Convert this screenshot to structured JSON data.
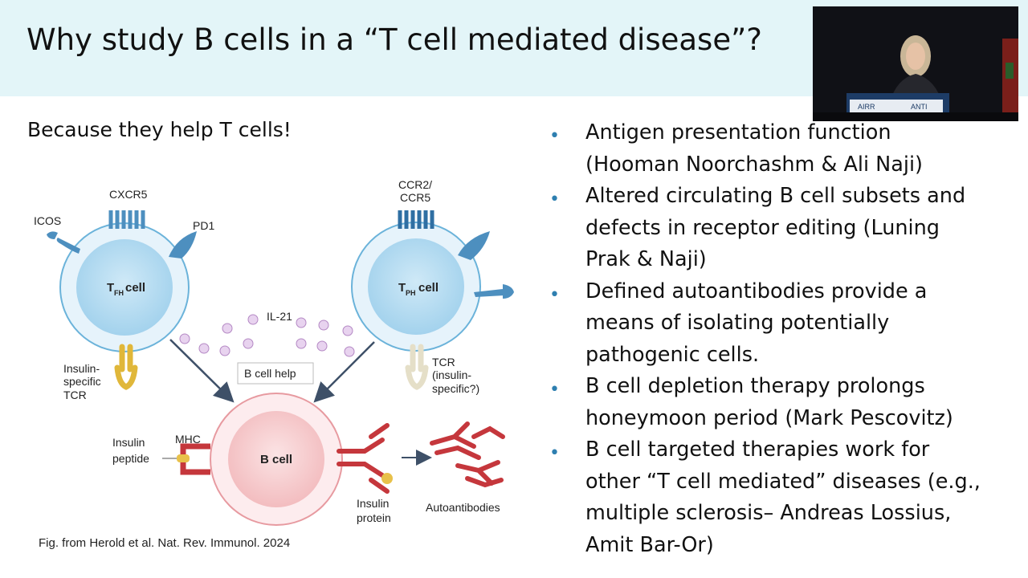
{
  "slide": {
    "title": "Why study B cells in a “T cell mediated disease”?",
    "subtitle": "Because they help T cells!",
    "caption": "Fig. from Herold et al. Nat. Rev. Immunol. 2024"
  },
  "figure": {
    "labels": {
      "cxcr5": "CXCR5",
      "icos": "ICOS",
      "pd1": "PD1",
      "tfh_main": "T",
      "tfh_sub": "FH",
      "tfh_cell": "cell",
      "insulin_tcr_1": "Insulin-",
      "insulin_tcr_2": "specific",
      "insulin_tcr_3": "TCR",
      "ccr2_1": "CCR2/",
      "ccr2_2": "CCR5",
      "tph_main": "T",
      "tph_sub": "PH",
      "tph_cell": "cell",
      "il21": "IL-21",
      "b_cell_help": "B cell help",
      "tcr_1": "TCR",
      "tcr_2": "(insulin-",
      "tcr_3": "specific?)",
      "insulin_peptide_1": "Insulin",
      "insulin_peptide_2": "peptide",
      "mhc": "MHC",
      "b_cell": "B cell",
      "insulin_protein_1": "Insulin",
      "insulin_protein_2": "protein",
      "autoantibodies": "Autoantibodies"
    }
  },
  "bullets": [
    [
      "Antigen presentation function",
      "(Hooman Noorchashm & Ali Naji)"
    ],
    [
      "Altered circulating B cell subsets and",
      "defects in receptor editing (Luning",
      "Prak & Naji)"
    ],
    [
      "Defined autoantibodies provide a",
      "means of isolating potentially",
      "pathogenic cells."
    ],
    [
      "B cell depletion therapy prolongs",
      "honeymoon period (Mark Pescovitz)"
    ],
    [
      "B cell targeted therapies work for",
      "other “T cell mediated” diseases (e.g.,",
      "multiple sclerosis– Andreas Lossius,",
      "Amit Bar-Or)"
    ]
  ],
  "bullet_glyph": "•",
  "video": {
    "podium_text_1": "AIRR",
    "podium_text_2": "ANTI"
  },
  "colors": {
    "title_band": "#e3f5f8",
    "bullet": "#2e7fb0",
    "t_cell": "#a9d6ee",
    "b_cell": "#f6c9cb",
    "antibody": "#c5373c"
  }
}
